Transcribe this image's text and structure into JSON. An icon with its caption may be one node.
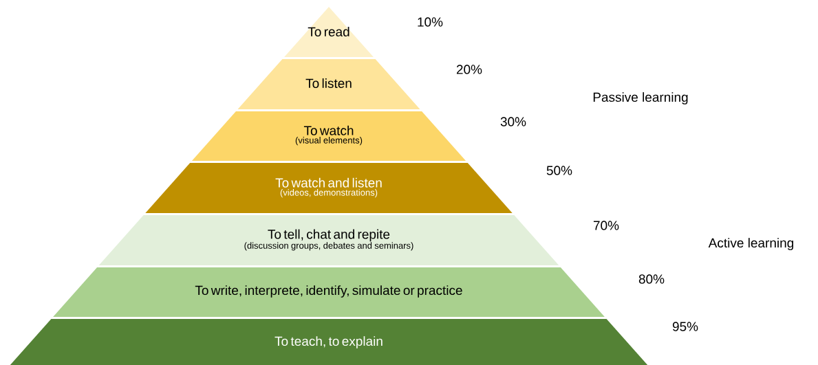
{
  "diagram": {
    "nodes": [
      {
        "text": [
          "To read"
        ],
        "beside": [
          "10%"
        ]
      },
      {
        "text": [
          "To listen"
        ],
        "beside": [
          "20%"
        ]
      },
      {
        "text": [
          "To watch",
          "(visual elements)"
        ],
        "beside": [
          "30%"
        ]
      },
      {
        "text": [
          "To watch and listen",
          "(videos, demonstrations)"
        ],
        "beside": [
          "50%"
        ]
      },
      {
        "text": [
          "To tell, chat and repite",
          "(discussion groups, debates and seminars)"
        ],
        "beside": [
          "70%"
        ]
      },
      {
        "text": [
          "To write, interprete, identify, simulate or practice"
        ],
        "beside": [
          "80%"
        ]
      },
      {
        "text": [
          "To teach, to explain"
        ],
        "beside": [
          "95%"
        ]
      }
    ],
    "labels": [
      "Passive learning",
      "Active learning"
    ]
  }
}
